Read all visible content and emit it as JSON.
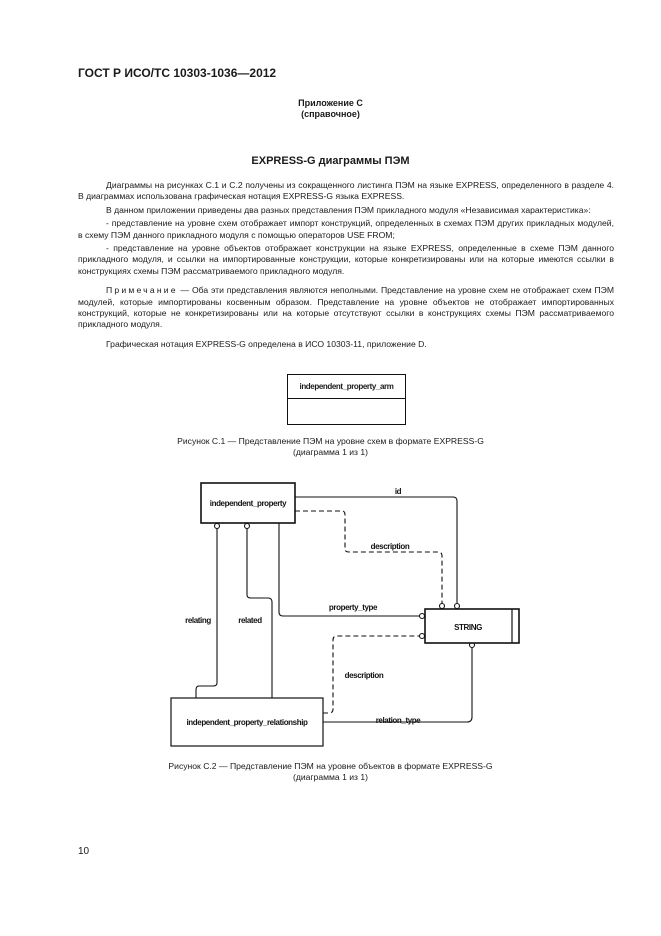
{
  "header": {
    "standard": "ГОСТ Р ИСО/ТС 10303-1036—2012"
  },
  "appendix": {
    "title": "Приложение С",
    "subtitle": "(справочное)"
  },
  "section_title": "EXPRESS-G диаграммы ПЭМ",
  "paragraphs": [
    "Диаграммы на рисунках С.1 и С.2 получены из сокращенного листинга ПЭМ на языке EXPRESS, определенного в разделе 4. В диаграммах использована графическая нотация EXPRESS-G языка EXPRESS.",
    "В данном приложении приведены два разных представления ПЭМ прикладного модуля «Независимая характеристика»:",
    "- представление на уровне схем отображает импорт конструкций, определенных в схемах ПЭМ других прикладных модулей, в схему ПЭМ данного прикладного модуля с помощью операторов USE FROM;",
    "- представление на уровне объектов отображает конструкции на языке EXPRESS, определенные в схеме ПЭМ данного прикладного модуля, и ссылки на импортированные конструкции, которые конкретизированы или на которые имеются ссылки в конструкциях схемы ПЭМ рассматриваемого прикладного модуля."
  ],
  "note": {
    "label": "Примечание",
    "text": " — Оба эти представления являются неполными. Представление на уровне схем не отображает схем ПЭМ модулей, которые импортированы косвенным образом. Представление на уровне объектов не отображает импортированных конструкций, которые не конкретизированы или на которые отсутствуют ссылки в конструкциях схемы ПЭМ рассматриваемого прикладного модуля."
  },
  "notation_paragraph": "Графическая нотация EXPRESS-G определена в ИСО 10303-11, приложение D.",
  "figure1": {
    "schema_box": "independent_property_arm",
    "caption": "Рисунок  С.1 — Представление ПЭМ на уровне схем в формате EXPRESS-G",
    "caption_sub": "(диаграмма 1 из 1)"
  },
  "figure2": {
    "entities": {
      "independent_property": "independent_property",
      "relationship": "independent_property_relationship",
      "string": "STRING"
    },
    "labels": {
      "id": "id",
      "description1": "description",
      "property_type": "property_type",
      "description2": "description",
      "relation_type": "relation_type",
      "relating": "relating",
      "related": "related"
    },
    "caption": "Рисунок  С.2 — Представление ПЭМ на уровне объектов в формате EXPRESS-G",
    "caption_sub": "(диаграмма 1 из 1)"
  },
  "page_number": "10"
}
